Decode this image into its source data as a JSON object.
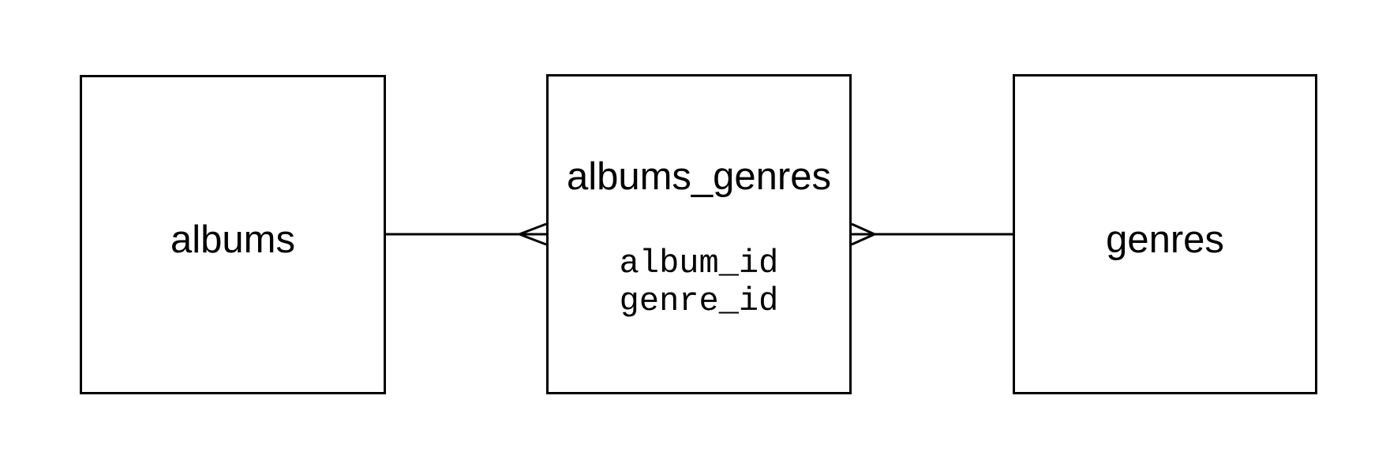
{
  "diagram": {
    "type": "er-diagram",
    "entities": [
      {
        "name": "albums",
        "label": "albums",
        "fields": []
      },
      {
        "name": "albums_genres",
        "label": "albums_genres",
        "fields": [
          "album_id",
          "genre_id"
        ]
      },
      {
        "name": "genres",
        "label": "genres",
        "fields": []
      }
    ],
    "relationships": [
      {
        "from": "albums",
        "to": "albums_genres",
        "marker": "crow-foot-many",
        "marker_at": "albums_genres"
      },
      {
        "from": "genres",
        "to": "albums_genres",
        "marker": "crow-foot-many",
        "marker_at": "albums_genres"
      }
    ],
    "colors": {
      "background": "#ffffff",
      "line": "#000000",
      "text": "#000000"
    }
  }
}
